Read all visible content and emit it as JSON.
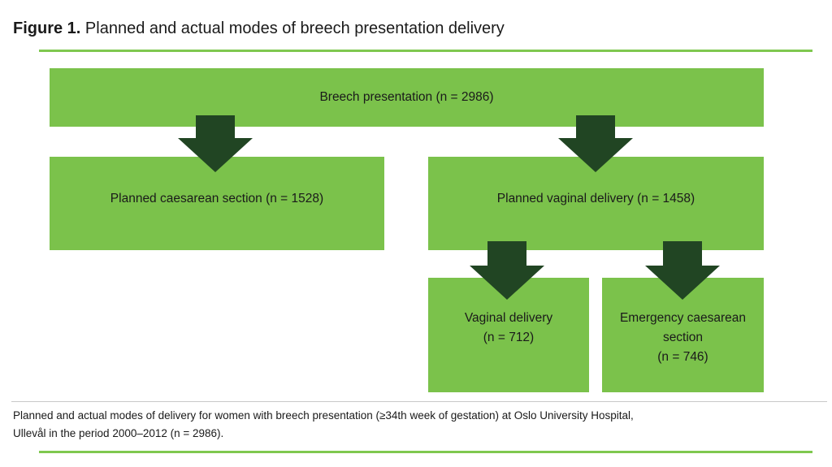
{
  "figure": {
    "label": "Figure 1.",
    "title": " Planned and actual modes of breech presentation delivery"
  },
  "nodes": {
    "breech": {
      "label": "Breech presentation  (n = 2986)"
    },
    "planned_caesarean": {
      "label": "Planned caesarean section (n = 1528)"
    },
    "planned_vaginal": {
      "label": "Planned vaginal delivery (n = 1458)"
    },
    "vaginal": {
      "lines": [
        "Vaginal delivery",
        "(n = 712)"
      ]
    },
    "emergency": {
      "lines": [
        "Emergency caesarean",
        "section",
        "(n = 746)"
      ]
    }
  },
  "caption": {
    "line1": "Planned and actual modes of delivery for women with breech presentation (≥34th week of gestation) at Oslo University Hospital,",
    "line2": "Ullevål in the period 2000–2012 (n = 2986)."
  },
  "colors": {
    "box_green": "#7BC24B",
    "arrow_dark": "#214523",
    "rule_green": "#7FC84F",
    "divider_gray": "#C9C9C9",
    "text_dark": "#1A1A1A"
  }
}
